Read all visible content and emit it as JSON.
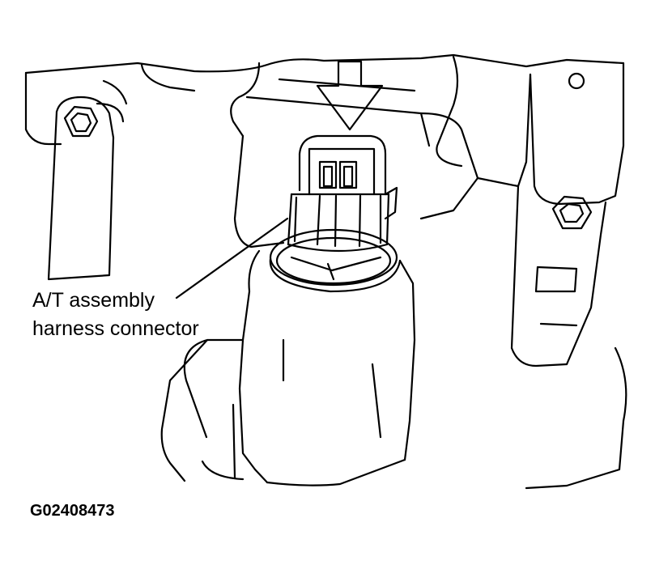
{
  "callout": {
    "line1": "A/T assembly",
    "line2": "harness connector"
  },
  "figure_id": "G02408473"
}
